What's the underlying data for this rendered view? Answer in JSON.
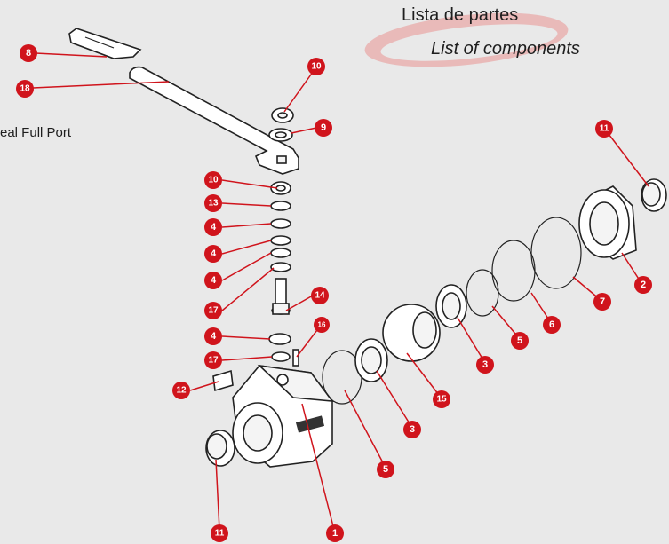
{
  "header": {
    "title_es": "Lista de partes",
    "title_en": "List of components",
    "accent_color": "#e8aaa8"
  },
  "side_caption": "eal Full Port",
  "callout_color": "#d0141c",
  "callouts": {
    "c8": "8",
    "c18": "18",
    "c10a": "10",
    "c9": "9",
    "c10b": "10",
    "c13": "13",
    "c4a": "4",
    "c4b": "4",
    "c4c": "4",
    "c17a": "17",
    "c14": "14",
    "c16": "16",
    "c4d": "4",
    "c17b": "17",
    "c12": "12",
    "c11a": "11",
    "c11b": "11",
    "c1": "1",
    "c5a": "5",
    "c3a": "3",
    "c15": "15",
    "c3b": "3",
    "c5b": "5",
    "c6": "6",
    "c7": "7",
    "c2": "2"
  }
}
